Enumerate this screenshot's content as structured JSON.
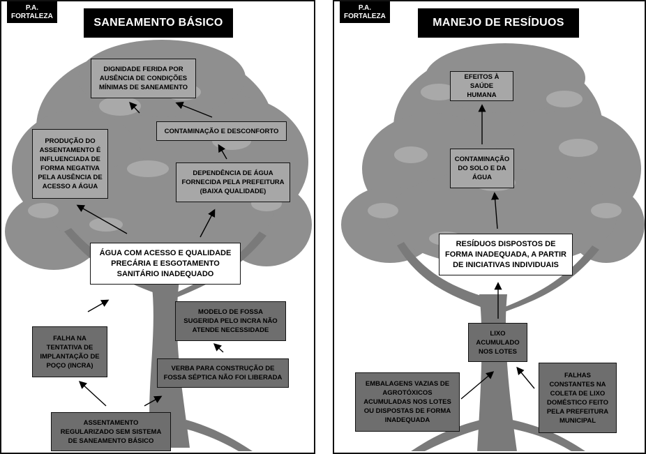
{
  "left": {
    "tag": [
      "P.A.",
      "FORTALEZA"
    ],
    "title": "SANEAMENTO BÁSICO",
    "boxes": {
      "dignidade": "DIGNIDADE FERIDA POR\nAUSÊNCIA DE CONDIÇÕES\nMÍNIMAS DE SANEAMENTO",
      "producao": "PRODUÇÃO DO\nASSENTAMENTO É\nINFLUENCIADA DE\nFORMA NEGATIVA\nPELA AUSÊNCIA DE\nACESSO A ÁGUA",
      "contaminacao": "CONTAMINAÇÃO E DESCONFORTO",
      "dependencia": "DEPENDÊNCIA DE ÁGUA\nFORNECIDA PELA PREFEITURA\n(BAIXA QUALIDADE)",
      "agua": "ÁGUA COM ACESSO E QUALIDADE\nPRECÁRIA E ESGOTAMENTO\nSANITÁRIO INADEQUADO",
      "modelo": "MODELO DE FOSSA\nSUGERIDA PELO INCRA NÃO\nATENDE NECESSIDADE",
      "falha": "FALHA NA\nTENTATIVA DE\nIMPLANTAÇÃO DE\nPOÇO (INCRA)",
      "verba": "VERBA PARA CONSTRUÇÃO DE\nFOSSA SÉPTICA NÃO FOI LIBERADA",
      "assentamento": "ASSENTAMENTO\nREGULARIZADO SEM  SISTEMA\nDE SANEAMENTO BÁSICO"
    }
  },
  "right": {
    "tag": [
      "P.A.",
      "FORTALEZA"
    ],
    "title": "MANEJO DE RESÍDUOS",
    "boxes": {
      "efeitos": "EFEITOS À SAÚDE\nHUMANA",
      "contaminacao": "CONTAMINAÇÃO\nDO SOLO E DA\nÁGUA",
      "residuos": "RESÍDUOS DISPOSTOS DE\nFORMA INADEQUADA, A PARTIR\nDE INICIATIVAS INDIVIDUAIS",
      "lixo": "LIXO\nACUMULADO\nNOS LOTES",
      "embalagens": "EMBALAGENS VAZIAS DE\nAGROTÓXICOS\nACUMULADAS NOS LOTES\nOU DISPOSTAS DE FORMA\nINADEQUADA",
      "falhas": "FALHAS\nCONSTANTES NA\nCOLETA DE LIXO\nDOMÉSTICO FEITO\nPELA PREFEITURA\nMUNICIPAL"
    }
  }
}
